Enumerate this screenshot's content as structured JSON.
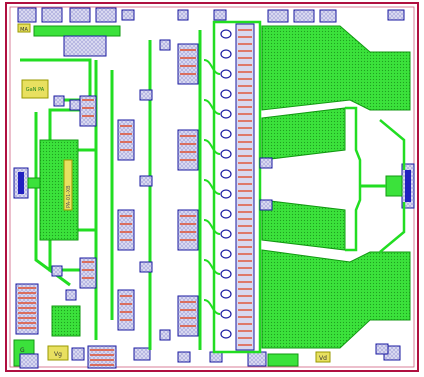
{
  "image": {
    "kind": "MMIC chip layout",
    "colors": {
      "metal": "#22dd22",
      "metal_edge": "#119911",
      "pad_fill": "#d8d8f0",
      "pad_edge": "#1a1aa0",
      "via": "#2020c0",
      "capacitor": "#e05030",
      "border": "#b01040",
      "label_fill": "#e8e060",
      "background": "#ffffff"
    },
    "labels": {
      "die_id_top": "MA",
      "chip_mark": "GaN PA",
      "vertical_mark": "PA-01-XB",
      "pad_vg": "Vg",
      "pad_vd": "Vd",
      "corner_label": "G"
    }
  }
}
